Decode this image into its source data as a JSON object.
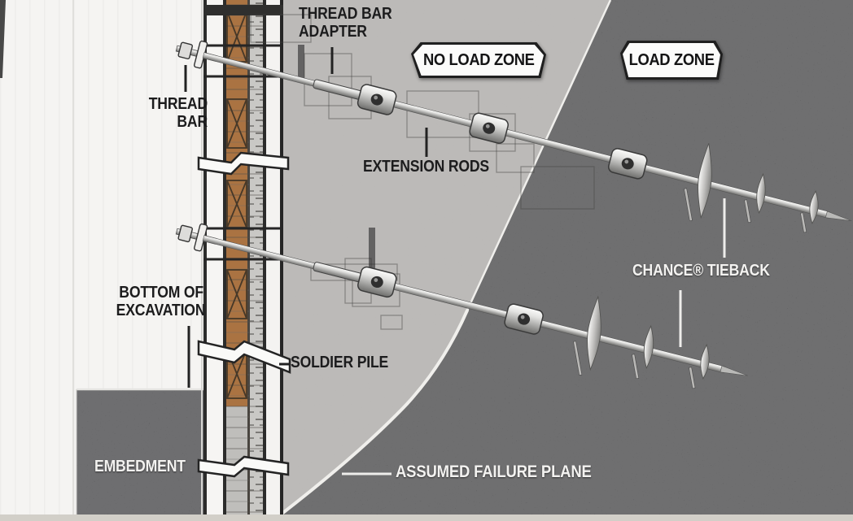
{
  "diagram_type": "helical-tieback-retaining-wall-cutaway",
  "labels": {
    "thread_bar_adapter": "THREAD BAR\nADAPTER",
    "thread_bar": "THREAD\nBAR",
    "extension_rods": "EXTENSION RODS",
    "chance_tieback": "CHANCE® TIEBACK",
    "bottom_of_excavation": "BOTTOM OF\nEXCAVATION",
    "soldier_pile": "SOLDIER PILE",
    "embedment": "EMBEDMENT",
    "assumed_failure_plane": "ASSUMED FAILURE PLANE"
  },
  "badges": {
    "no_load": "NO LOAD ZONE",
    "load": "LOAD ZONE"
  },
  "components": {
    "tiebacks": [
      {
        "name": "upper-tieback",
        "couplers": 3,
        "helix_plates": 3
      },
      {
        "name": "lower-tieback",
        "couplers": 2,
        "helix_plates": 3
      }
    ]
  },
  "colors": {
    "no_load_zone_bg": "#b5b3b1",
    "load_zone_bg": "#39393b",
    "excavation_bg": "#f5f4f2",
    "embedment_bg": "#37373a",
    "wood_lagging": "#aa7342",
    "steel": "#c9c9c7",
    "label_dark": "#1c1c1d",
    "label_light": "#f3f2f0",
    "failure_plane_line": "#f0efec",
    "bottom_strip": "#d2cfc8"
  }
}
